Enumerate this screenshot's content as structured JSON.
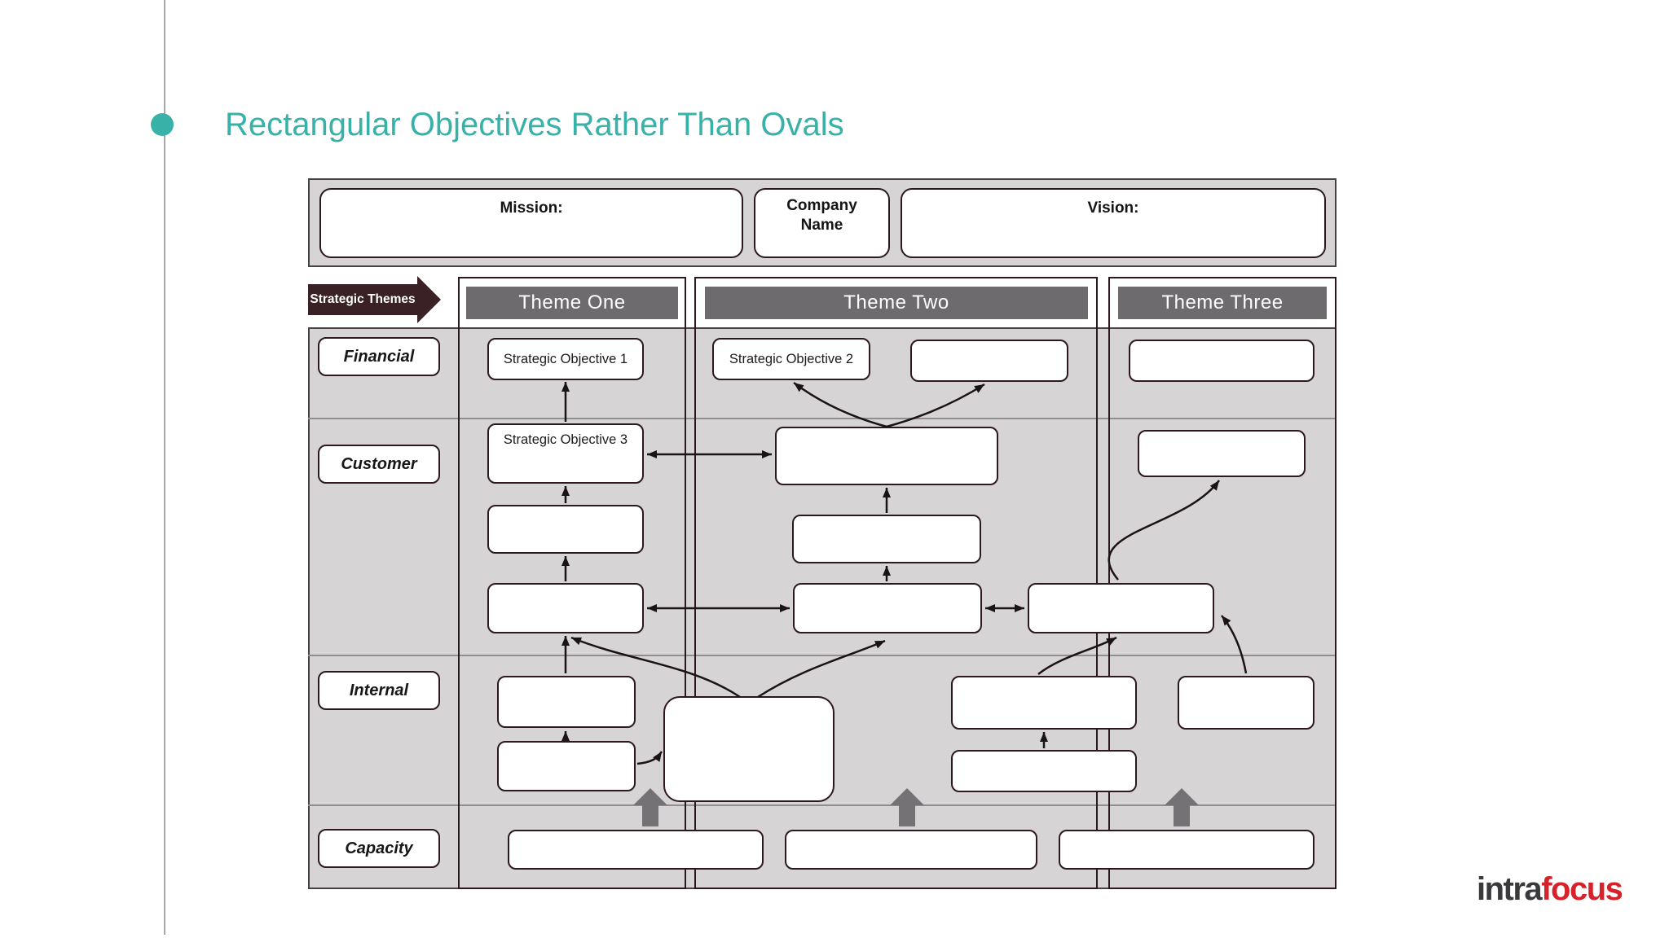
{
  "page": {
    "title": "Rectangular Objectives Rather Than Ovals",
    "accent_color": "#38b2a9"
  },
  "banner": {
    "mission_label": "Mission:",
    "company_label": "Company\nName",
    "vision_label": "Vision:"
  },
  "themes": {
    "caption": "Strategic Themes",
    "columns": [
      "Theme One",
      "Theme Two",
      "Theme Three"
    ]
  },
  "perspectives": [
    "Financial",
    "Customer",
    "Internal",
    "Capacity"
  ],
  "objectives": {
    "so1": "Strategic Objective 1",
    "so2": "Strategic Objective 2",
    "so3": "Strategic Objective 3"
  },
  "logo": {
    "prefix": "intra",
    "suffix": "focus",
    "prefix_color": "#3a3a3c",
    "suffix_color": "#d5222b"
  },
  "colors": {
    "theme_header_gray": "#6e6b6e",
    "panel_gray": "#d6d4d5",
    "box_border": "#2c181e",
    "grid_border": "#474147",
    "themes_arrow_fill": "#3a2126",
    "connector_black": "#1a1215",
    "capacity_arrow_gray": "#757275"
  }
}
